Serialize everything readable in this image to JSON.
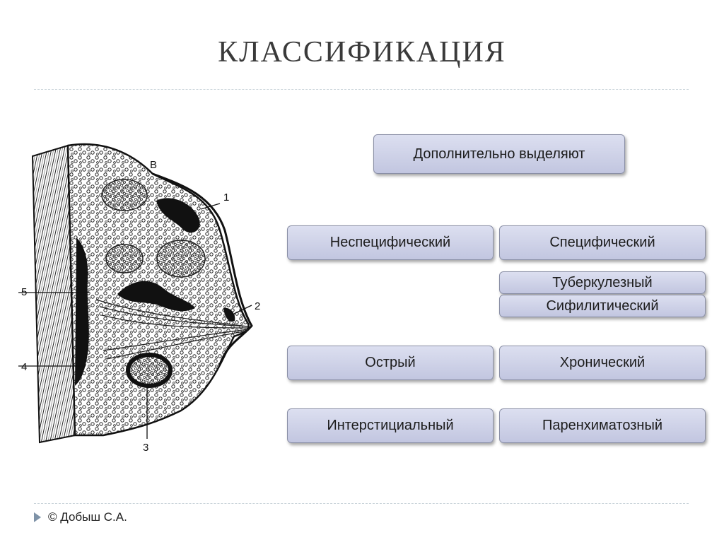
{
  "title": "КЛАССИФИКАЦИЯ",
  "figure": {
    "labels": {
      "b": "В",
      "n1": "1",
      "n2": "2",
      "n3": "3",
      "n4": "4",
      "n5": "5"
    }
  },
  "boxes": {
    "additional": "Дополнительно выделяют",
    "nonspecific": "Неспецифический",
    "specific": "Специфический",
    "tuberculous": "Туберкулезный",
    "syphilitic": "Сифилитический",
    "acute": "Острый",
    "chronic": "Хронический",
    "interstitial": "Интерстициальный",
    "parenchymatous": "Паренхиматозный"
  },
  "footer": {
    "author": "© Добыш С.А."
  }
}
